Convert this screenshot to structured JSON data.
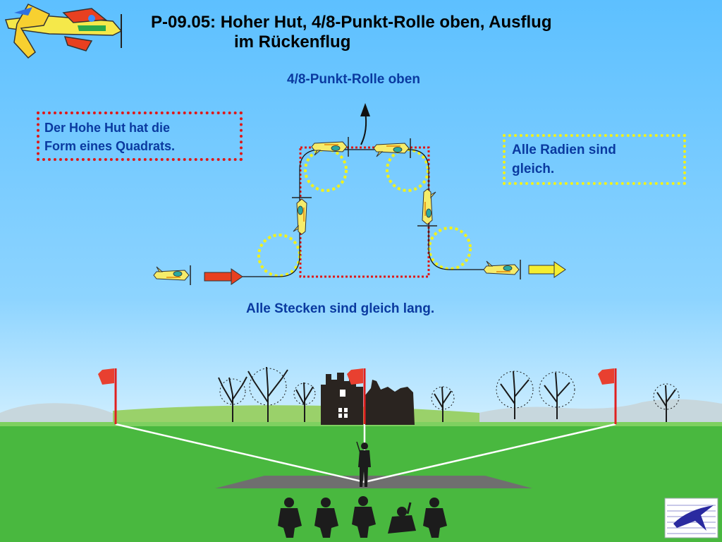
{
  "slide": {
    "title_line1": "P-09.05: Hoher Hut, 4/8-Punkt-Rolle oben, Ausflug",
    "title_line2": "im Rückenflug"
  },
  "diagram": {
    "roll_label": "4/8-Punkt-Rolle oben",
    "note_left_line1": "Der Hohe Hut hat die",
    "note_left_line2": "Form eines Quadrats.",
    "note_right_line1": "Alle Radien sind",
    "note_right_line2": "gleich.",
    "bottom_caption": "Alle Stecken sind gleich lang."
  },
  "colors": {
    "sky": "#5dc0ff",
    "grass": "#49b83f",
    "text_blue": "#0a3aa0",
    "dotted_red": "#e01818",
    "dotted_yellow": "#f2f21a",
    "flag_red": "#e02020"
  },
  "icons": [
    "aerobatic-plane-logo-icon",
    "model-plane-icon",
    "entry-arrow-icon",
    "exit-arrow-icon",
    "pole-flag-icon",
    "pilot-silhouette-icon",
    "spectator-silhouette-icon",
    "association-logo-icon"
  ]
}
